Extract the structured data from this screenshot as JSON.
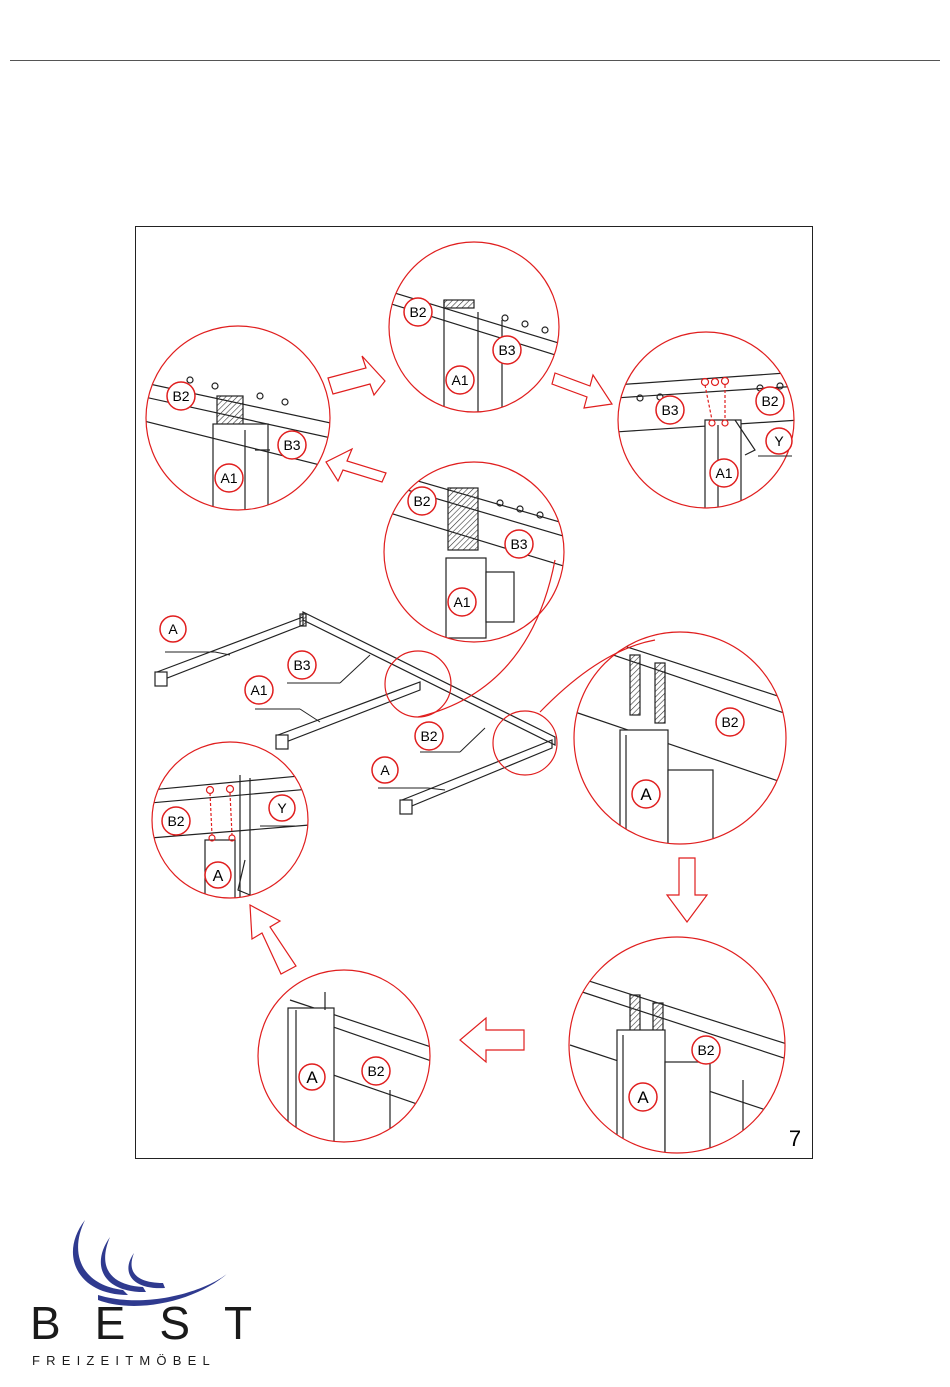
{
  "page": {
    "page_number": "7"
  },
  "colors": {
    "callout_red": "#e01e1e",
    "logo_blue": "#2f3a8f",
    "line": "#222222"
  },
  "labels": {
    "A": "A",
    "A1": "A1",
    "B2": "B2",
    "B3": "B3",
    "Y": "Y"
  },
  "brand": {
    "name": "BEST",
    "tagline": "FREIZEITMÖBEL",
    "logo_icon": "wave-swoosh-logo"
  }
}
